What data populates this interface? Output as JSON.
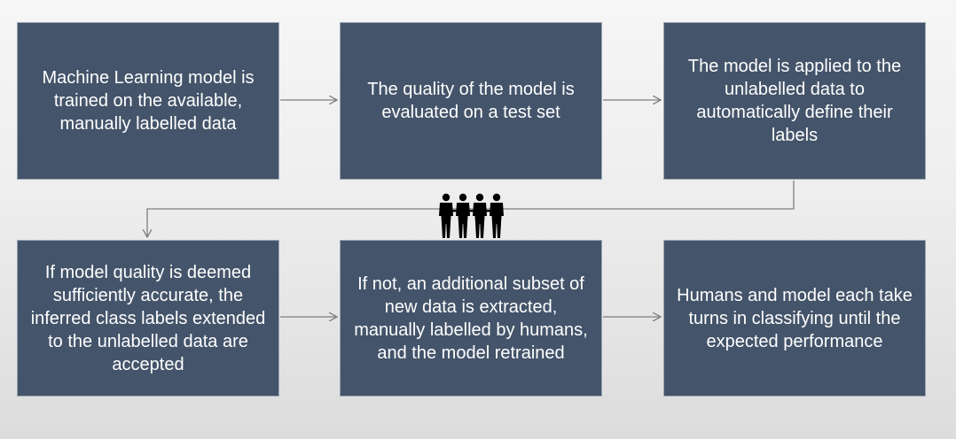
{
  "steps": [
    {
      "text": "Machine Learning model is trained on the available, manually labelled data"
    },
    {
      "text": "The quality of the model is evaluated on a test set"
    },
    {
      "text": "The model is applied to the unlabelled data to automatically define their labels"
    },
    {
      "text": "If model quality is deemed sufficiently accurate, the inferred class labels extended to the unlabelled data are accepted"
    },
    {
      "text": "If not, an additional subset of new data is extracted, manually labelled by humans, and the model retrained"
    },
    {
      "text": "Humans and model each take turns in classifying until the expected performance"
    }
  ],
  "icons": {
    "people": "group-of-people-icon"
  },
  "colors": {
    "box_fill": "#44546a",
    "box_text": "#ffffff",
    "connector": "#7f7f7f",
    "people_icon": "#000000"
  }
}
